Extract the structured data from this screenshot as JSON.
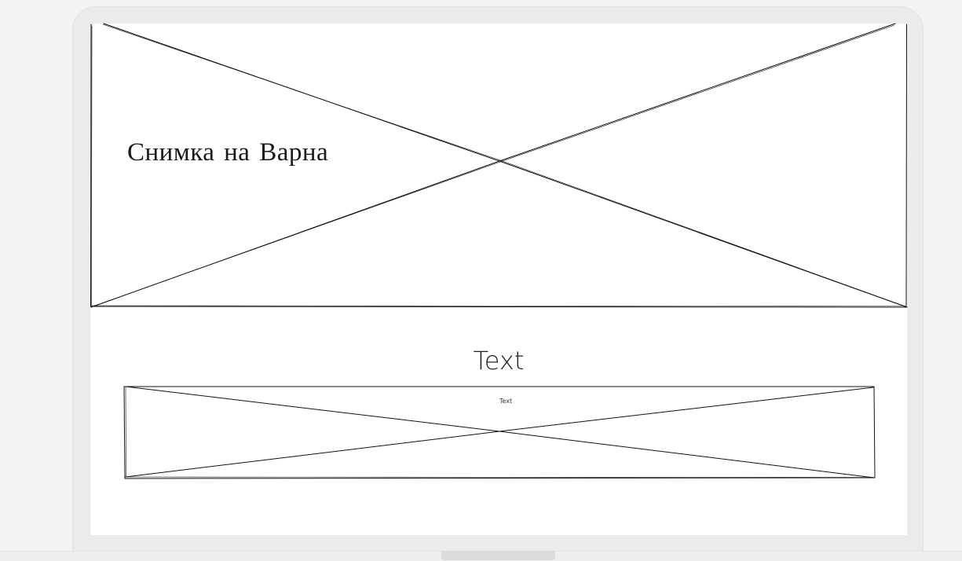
{
  "hero": {
    "caption": "Снимка на Варна"
  },
  "section": {
    "heading": "Text"
  },
  "banner": {
    "text": "Text"
  },
  "colors": {
    "page_bg": "#f3f3f3",
    "device_frame": "#ebebeb",
    "screen_bg": "#ffffff",
    "sketch_stroke": "#111111"
  }
}
